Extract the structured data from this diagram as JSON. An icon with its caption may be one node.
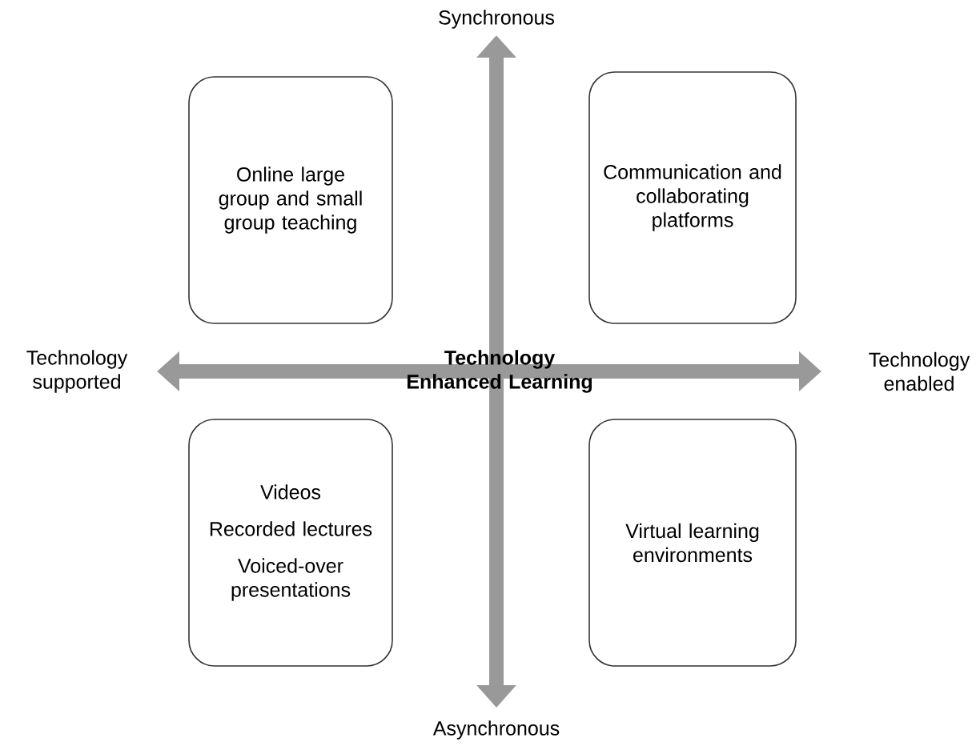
{
  "diagram": {
    "nodes": [
      {
        "text": [
          "Online large group and small group teaching"
        ]
      },
      {
        "text": [
          "Communication and collaborating platforms"
        ]
      },
      {
        "text": [
          "Videos",
          "Recorded lectures",
          "Voiced-over presentations"
        ]
      },
      {
        "text": [
          "Virtual learning environments"
        ]
      }
    ],
    "labels": [
      "Synchronous",
      "Technology supported",
      "Technology Enhanced Learning",
      "Technology enabled",
      "Asynchronous"
    ]
  }
}
